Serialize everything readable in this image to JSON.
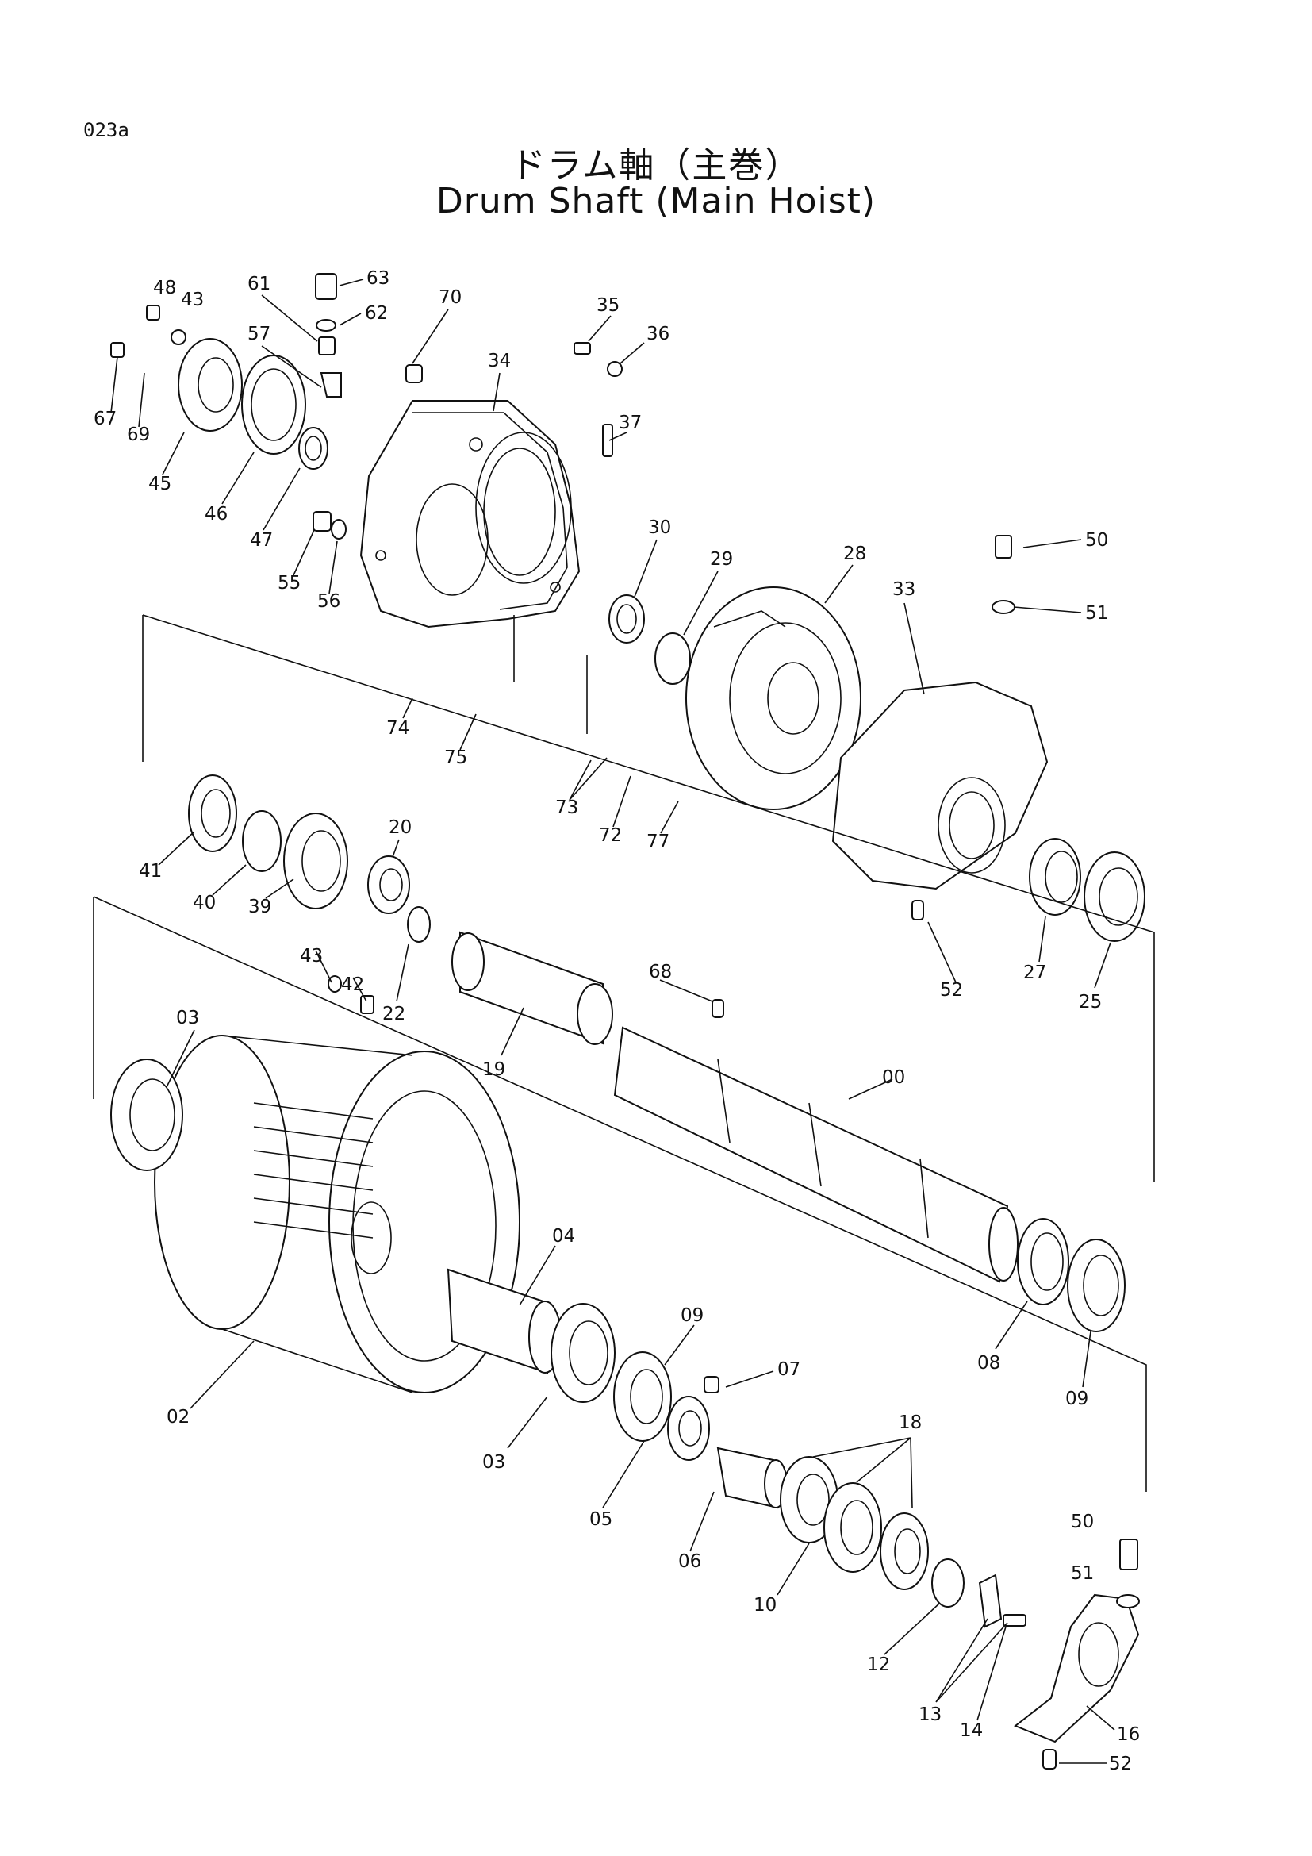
{
  "header": {
    "page_code": "023a",
    "title_jp": "ドラム軸（主巻）",
    "title_en": "Drum Shaft (Main Hoist)"
  },
  "part_labels": [
    {
      "id": "00",
      "label": "00"
    },
    {
      "id": "02",
      "label": "02"
    },
    {
      "id": "03a",
      "label": "03"
    },
    {
      "id": "03b",
      "label": "03"
    },
    {
      "id": "04",
      "label": "04"
    },
    {
      "id": "05",
      "label": "05"
    },
    {
      "id": "06",
      "label": "06"
    },
    {
      "id": "07",
      "label": "07"
    },
    {
      "id": "08",
      "label": "08"
    },
    {
      "id": "09a",
      "label": "09"
    },
    {
      "id": "09b",
      "label": "09"
    },
    {
      "id": "10",
      "label": "10"
    },
    {
      "id": "12",
      "label": "12"
    },
    {
      "id": "13",
      "label": "13"
    },
    {
      "id": "14",
      "label": "14"
    },
    {
      "id": "16",
      "label": "16"
    },
    {
      "id": "18",
      "label": "18"
    },
    {
      "id": "19",
      "label": "19"
    },
    {
      "id": "20",
      "label": "20"
    },
    {
      "id": "22",
      "label": "22"
    },
    {
      "id": "25",
      "label": "25"
    },
    {
      "id": "27",
      "label": "27"
    },
    {
      "id": "28",
      "label": "28"
    },
    {
      "id": "29",
      "label": "29"
    },
    {
      "id": "30",
      "label": "30"
    },
    {
      "id": "33",
      "label": "33"
    },
    {
      "id": "34",
      "label": "34"
    },
    {
      "id": "35",
      "label": "35"
    },
    {
      "id": "36",
      "label": "36"
    },
    {
      "id": "37",
      "label": "37"
    },
    {
      "id": "39",
      "label": "39"
    },
    {
      "id": "40",
      "label": "40"
    },
    {
      "id": "41",
      "label": "41"
    },
    {
      "id": "42",
      "label": "42"
    },
    {
      "id": "43a",
      "label": "43"
    },
    {
      "id": "43b",
      "label": "43"
    },
    {
      "id": "45",
      "label": "45"
    },
    {
      "id": "46",
      "label": "46"
    },
    {
      "id": "47",
      "label": "47"
    },
    {
      "id": "48",
      "label": "48"
    },
    {
      "id": "50a",
      "label": "50"
    },
    {
      "id": "50b",
      "label": "50"
    },
    {
      "id": "51a",
      "label": "51"
    },
    {
      "id": "51b",
      "label": "51"
    },
    {
      "id": "52a",
      "label": "52"
    },
    {
      "id": "52b",
      "label": "52"
    },
    {
      "id": "55",
      "label": "55"
    },
    {
      "id": "56",
      "label": "56"
    },
    {
      "id": "57",
      "label": "57"
    },
    {
      "id": "61",
      "label": "61"
    },
    {
      "id": "62",
      "label": "62"
    },
    {
      "id": "63",
      "label": "63"
    },
    {
      "id": "67",
      "label": "67"
    },
    {
      "id": "68",
      "label": "68"
    },
    {
      "id": "69",
      "label": "69"
    },
    {
      "id": "70",
      "label": "70"
    },
    {
      "id": "72",
      "label": "72"
    },
    {
      "id": "73",
      "label": "73"
    },
    {
      "id": "74",
      "label": "74"
    },
    {
      "id": "75",
      "label": "75"
    },
    {
      "id": "77",
      "label": "77"
    }
  ]
}
